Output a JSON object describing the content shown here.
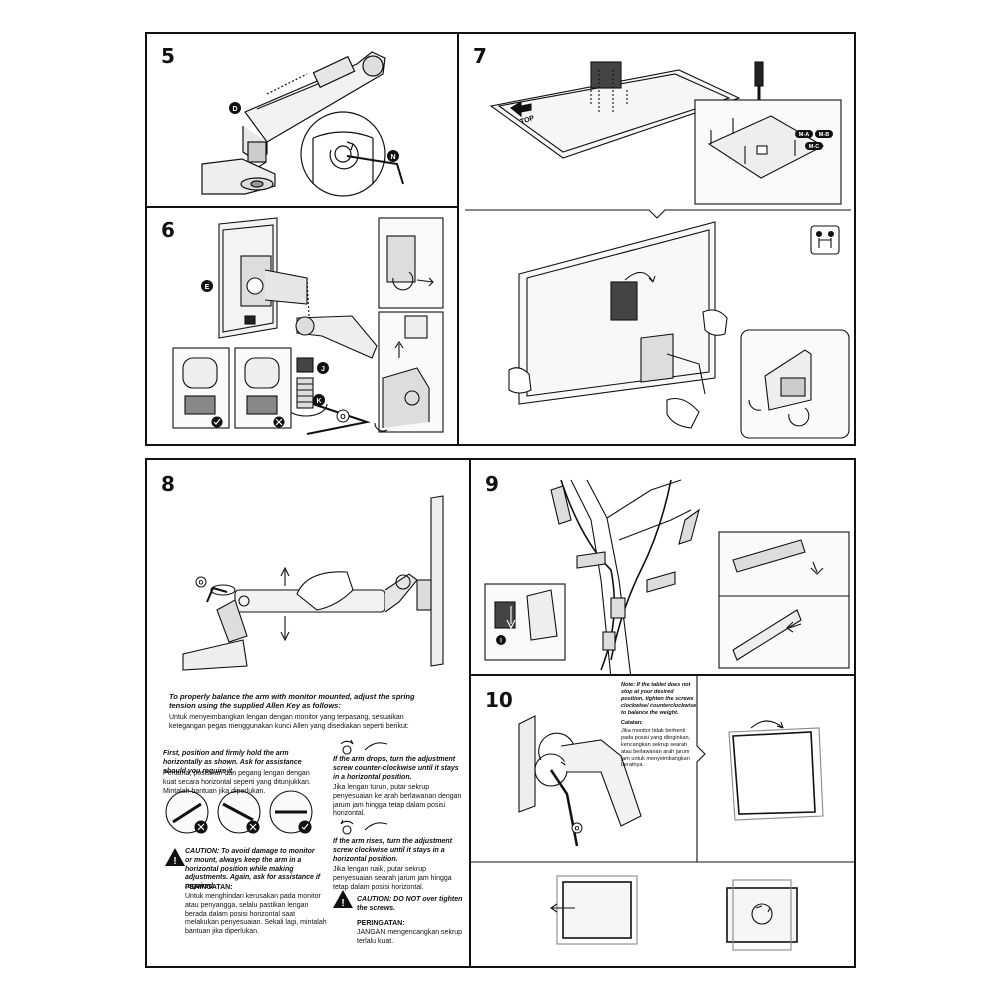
{
  "steps": {
    "s5": {
      "number": "5",
      "labels": {
        "d": "D",
        "n": "N"
      }
    },
    "s6": {
      "number": "6",
      "labels": {
        "e": "E",
        "j": "J",
        "k": "K",
        "o": "O"
      }
    },
    "s7": {
      "number": "7",
      "labels": {
        "top": "TOP",
        "ma": "M-A",
        "mb": "M-B",
        "mc": "M-C"
      }
    },
    "s8": {
      "number": "8",
      "intro_en": "To properly balance the arm with monitor mounted, adjust the spring tension using the supplied Allen Key as follows:",
      "intro_id": "Untuk menyeimbangkan lengan dengan monitor yang terpasang, sesuaikan ketegangan pegas menggunakan kunci Allen yang disediakan seperti berikut:",
      "first_en": "First, position and firmly hold the arm horizontally as shown. Ask for assistance should you require it.",
      "first_id": "Pertama, posisikan dan pegang lengan dengan kuat secara horizontal seperti yang ditunjukkan. Mintalah bantuan jika diperlukan.",
      "drops_en": "If the arm drops, turn the adjustment screw counter-clockwise until it stays in a horizontal position.",
      "drops_id": "Jika lengan turun, putar sekrup penyesuaian ke arah berlawanan dengan jarum jam hingga tetap dalam posisi horizontal.",
      "rises_en": "If the arm rises, turn the adjustment screw clockwise until it stays in a horizontal position.",
      "rises_id": "Jika lengan naik, putar sekrup penyesuaian searah jarum jam hingga tetap dalam posisi horizontal.",
      "caution1_en": "CAUTION: To avoid damage to monitor or mount, always keep the arm in a horizontal position while making adjustments. Again, ask for assistance if required.",
      "peringatan1_title": "PERINGATAN:",
      "peringatan1_body": "Untuk menghindari kerusakan pada monitor atau penyangga, selalu pastikan lengan berada dalam posisi horizontal saat melakukan penyesuaian. Sekali lagi, mintalah bantuan jika diperlukan.",
      "caution2_en": "CAUTION: DO NOT over tighten the screws.",
      "peringatan2_title": "PERINGATAN:",
      "peringatan2_body": "JANGAN mengencangkan sekrup terlalu kuat.",
      "labels": {
        "o": "O"
      }
    },
    "s9": {
      "number": "9",
      "labels": {
        "i": "I"
      }
    },
    "s10": {
      "number": "10",
      "note_en": "Note: If the tablet does not stop at your desired position, tighten the screws clockwise/ counterclockwise to balance the weight.",
      "catatan_title": "Catatan:",
      "catatan_body": "Jika monitor tidak berhenti pada posisi yang diinginkan, kencangkan sekrup searah atau berlawanan arah jarum jam untuk menyeimbangkan beratnya.",
      "labels": {
        "o": "O"
      }
    }
  }
}
